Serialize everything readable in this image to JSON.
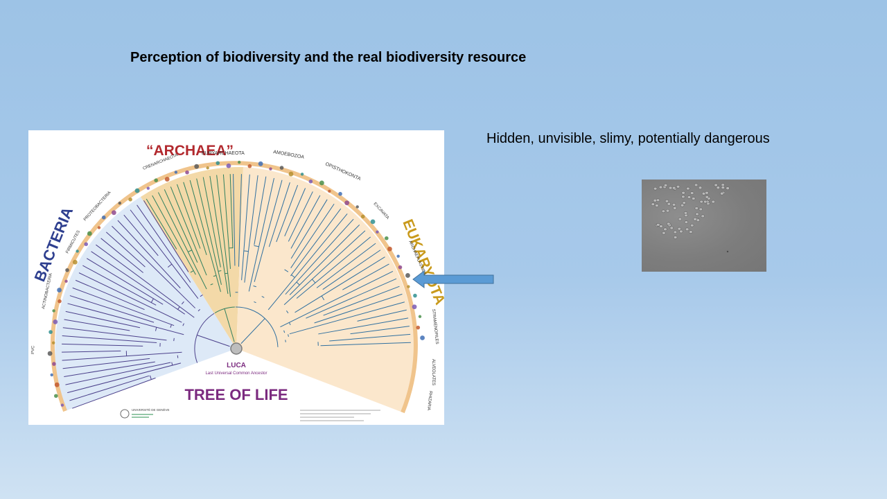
{
  "slide": {
    "title": "Perception of biodiversity and the real biodiversity resource",
    "subtitle": "Hidden, unvisible, slimy, potentially dangerous"
  },
  "tree": {
    "title": "TREE OF LIFE",
    "root_label": "LUCA",
    "root_sublabel": "Last Universal Common Ancestor",
    "domains": {
      "bacteria": "BACTERIA",
      "archaea": "“ARCHAEA”",
      "eukaryota": "EUKARYOTA"
    },
    "groups": {
      "pvc": "PVC",
      "actinobacteria": "ACTINOBACTERIA",
      "firmicutes": "FIRMICUTES",
      "proteobacteria": "PROTEOBACTERIA",
      "crenarchaeota": "CRENARCHAEOTA",
      "euryarchaeota": "EURYARCHAEOTA",
      "amoebozoa": "AMOEBOZOA",
      "opisthokonta": "OPISTHOKONTA",
      "excavata": "EXCAVATA",
      "archaeplastida": "ARCHAEPLASTIDA",
      "stramenopiles": "STRAMENOPILES",
      "alveolates": "ALVEOLATES",
      "rhizaria": "RHIZARIA"
    },
    "logo": {
      "name": "UNIVERSITÉ DE GENÈVE"
    },
    "colors": {
      "bacteria": "#2e3f8f",
      "archaea": "#b2292e",
      "eukaryota": "#c99a1c",
      "tree_title": "#7b2a7f",
      "luca": "#7b2a7f"
    }
  }
}
